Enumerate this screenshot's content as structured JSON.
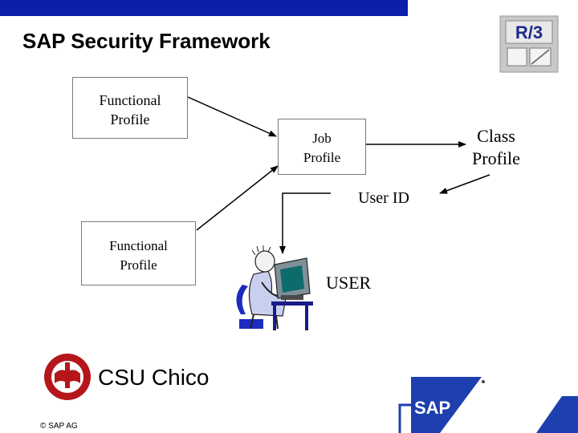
{
  "title": "SAP Security Framework",
  "nodes": {
    "functional_profile_top": [
      "Functional",
      "Profile"
    ],
    "job_profile": [
      "Job",
      "Profile"
    ],
    "class_profile": [
      "Class",
      "Profile"
    ],
    "user_id": "User ID",
    "functional_profile_bottom": [
      "Functional",
      "Profile"
    ],
    "user": "USER"
  },
  "logos": {
    "r3": "R/3",
    "csu": "CSU Chico",
    "sap": "SAP"
  },
  "footer": {
    "copyright": "© SAP AG"
  },
  "colors": {
    "top_bar": "#0b1fa8",
    "sap_blue": "#1e3fae",
    "csu_red": "#b5161b"
  },
  "icons": [
    "r3-logo-icon",
    "csu-seal-icon",
    "sap-logo-icon",
    "user-at-computer-icon"
  ]
}
